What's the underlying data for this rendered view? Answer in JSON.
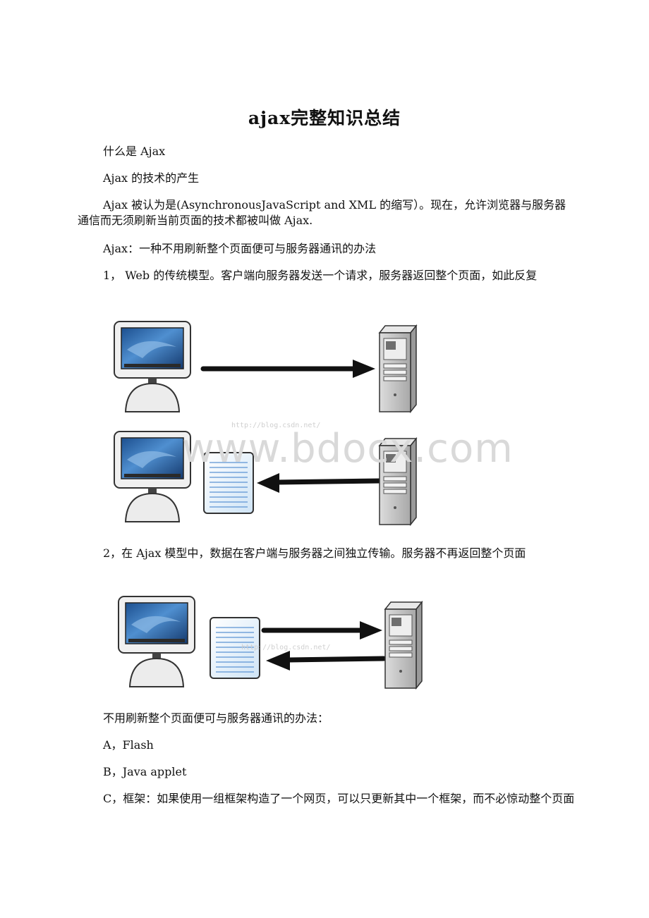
{
  "title": "ajax完整知识总结",
  "paragraphs": {
    "p1": "什么是 Ajax",
    "p2": "Ajax 的技术的产生",
    "p3": "Ajax 被认为是(AsynchronousJavaScript and XML 的缩写）。现在，允许浏览器与服务器通信而无须刷新当前页面的技术都被叫做 Ajax.",
    "p4": "Ajax：一种不用刷新整个页面便可与服务器通讯的办法",
    "p5": "1， Web 的传统模型。客户端向服务器发送一个请求，服务器返回整个页面，如此反复",
    "p6": "2，在 Ajax 模型中，数据在客户端与服务器之间独立传输。服务器不再返回整个页面",
    "p7": "不用刷新整个页面便可与服务器通讯的办法：",
    "p8": "A，Flash",
    "p9": "B，Java applet",
    "p10": "C，框架：如果使用一组框架构造了一个网页，可以只更新其中一个框架，而不必惊动整个页面"
  },
  "watermarks": {
    "site": "www.bdocx.com",
    "blog1": "http://blog.csdn.net/",
    "blog2": "http://blog.csdn.net/"
  },
  "figures": {
    "fig1": [
      "computer-icon",
      "arrow-right",
      "server-icon",
      "document-icon",
      "arrow-left"
    ],
    "fig2": [
      "computer-icon",
      "document-icon",
      "arrow-right",
      "arrow-left",
      "server-icon"
    ]
  }
}
